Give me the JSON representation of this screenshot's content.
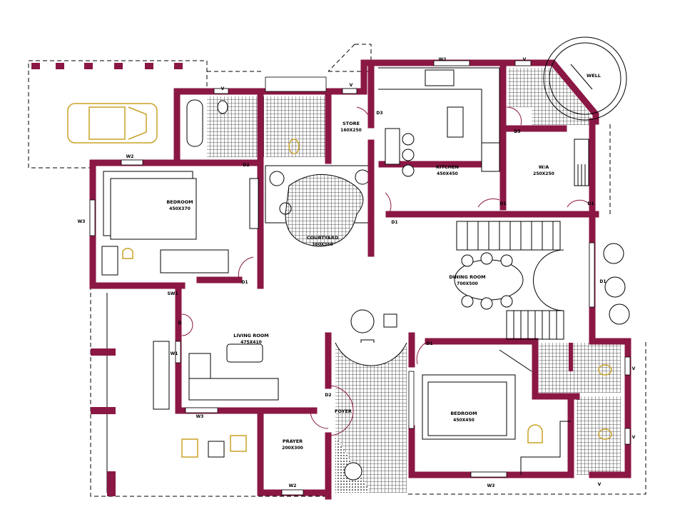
{
  "colors": {
    "wall": "#8a1744",
    "furniture_accent": "#c9a227",
    "line": "#000000",
    "background": "#ffffff"
  },
  "rooms": {
    "bedroom1": {
      "name": "BEDROOM",
      "size": "450X370"
    },
    "kitchen": {
      "name": "KITCHEN",
      "size": "450X450"
    },
    "wa": {
      "name": "W/A",
      "size": "250X250"
    },
    "store": {
      "name": "STORE",
      "size": "160X250"
    },
    "courtyard": {
      "name": "COURTYARD",
      "size": "360X360"
    },
    "dining": {
      "name": "DINING ROOM",
      "size": "700X500"
    },
    "living": {
      "name": "LIVING ROOM",
      "size": "475X410"
    },
    "foyer": {
      "name": "FOYER"
    },
    "prayer": {
      "name": "PRAYER",
      "size": "200X300"
    },
    "bedroom2": {
      "name": "BEDROOM",
      "size": "450X450"
    },
    "well": {
      "name": "WELL"
    }
  },
  "tags": {
    "d1": "D1",
    "d2": "D2",
    "d3": "D3",
    "d": "D",
    "w1": "W1",
    "w2": "W2",
    "w3": "W3",
    "v": "V",
    "sw1": "SW1"
  }
}
